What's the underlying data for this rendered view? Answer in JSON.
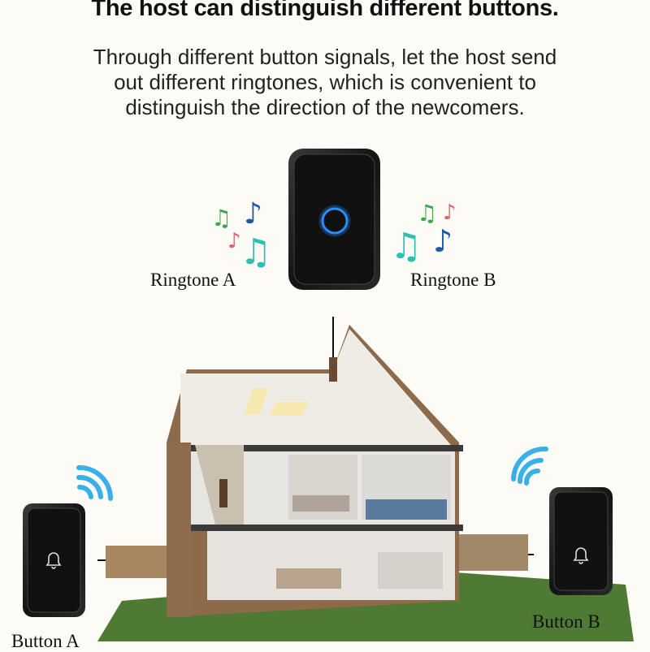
{
  "heading": "The host can distinguish different buttons.",
  "description": {
    "lines": [
      "Through different button signals, let the host send",
      "out different ringtones, which is convenient to",
      "distinguish the direction of the newcomers."
    ]
  },
  "labels": {
    "ringtone_a": "Ringtone A",
    "ringtone_b": "Ringtone B",
    "button_a": "Button  A",
    "button_b": "Button  B"
  },
  "colors": {
    "device": "#1a1a1a",
    "indicator": "#2a8cff",
    "wifi": "#3ab0e8",
    "note_green": "#3aa84a",
    "note_blue": "#1f5aa8",
    "note_teal": "#2cc0b0",
    "note_pink": "#e0606a"
  },
  "icons": [
    "host-chime",
    "music-note",
    "wifi-signal",
    "bell",
    "house-cutaway"
  ]
}
